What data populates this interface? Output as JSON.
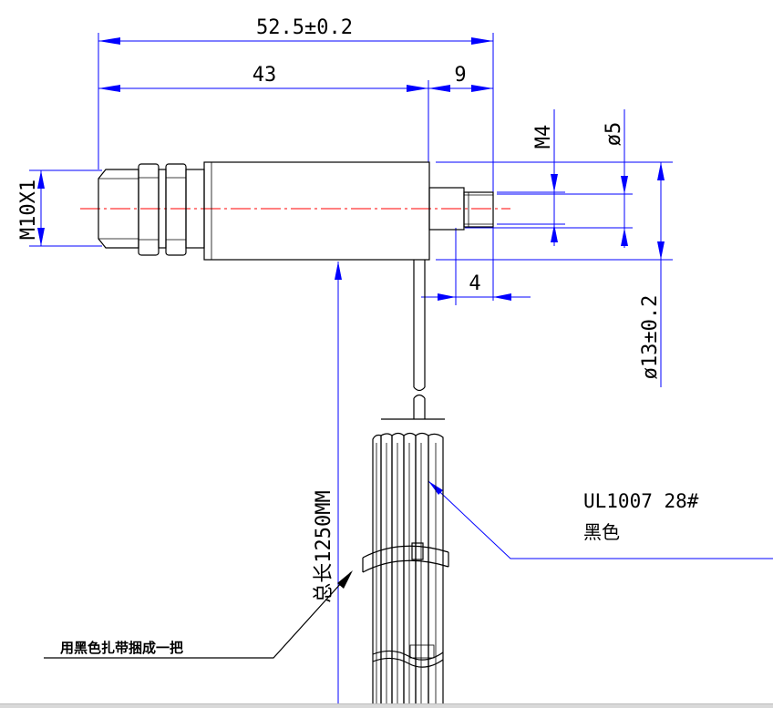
{
  "dimensions": {
    "overall_length": "52.5±0.2",
    "body_length": "43",
    "shaft_length": "9",
    "shaft_step": "4",
    "thread": "M10X1",
    "shaft_thread": "M4",
    "shaft_diameter": "ø5",
    "body_diameter": "ø13±0.2",
    "total_length": "总长1250MM"
  },
  "notes": {
    "wire_spec": "UL1007  28#",
    "wire_color": "黑色",
    "tie_instruction": "用黑色扎带捆成一把"
  },
  "colors": {
    "dimension_lines": "#0000ff",
    "centerline": "#ff0000",
    "outline": "#000000"
  }
}
